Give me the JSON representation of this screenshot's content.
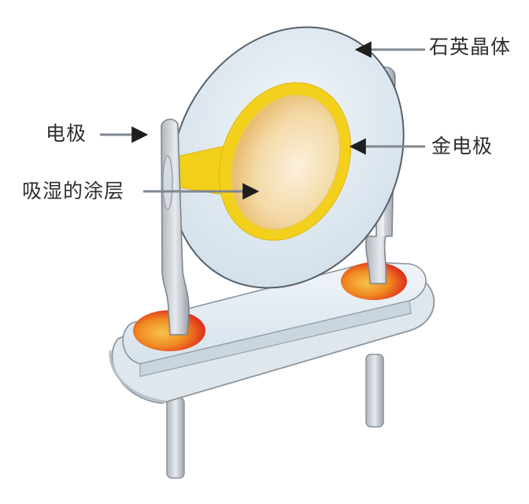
{
  "diagram": {
    "subject": "quartz crystal humidity sensor",
    "labels": {
      "quartz_crystal": "石英晶体",
      "electrode": "电极",
      "gold_electrode": "金电极",
      "hygroscopic_coating": "吸湿的涂层"
    },
    "colors": {
      "disc_fill": "#dfe9f1",
      "disc_outline": "#5a6670",
      "gold_ring": "#f2d21a",
      "coating_center": "#f6e6c6",
      "coating_edge": "#e8bb72",
      "lead_metal": "#c9ced3",
      "base_fill": "#e3ecf3",
      "solder_inner": "#f0a020",
      "solder_outer": "#e0361a",
      "arrow": "#222222",
      "leader_line": "#7f8790"
    }
  }
}
